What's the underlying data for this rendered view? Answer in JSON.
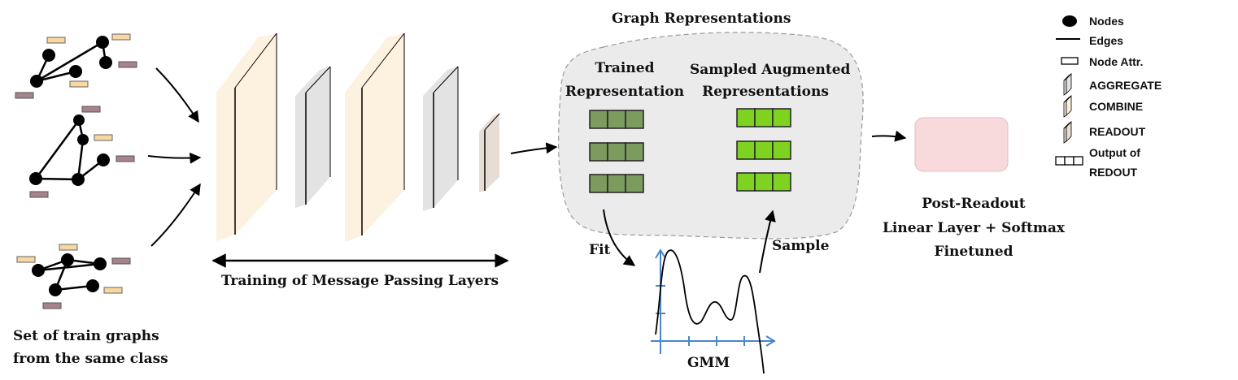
{
  "left_caption": {
    "line1": "Set of train graphs",
    "line2": "from the same class"
  },
  "training_label": "Training of Message Passing Layers",
  "graph_repr": {
    "title": "Graph Representations",
    "trained_line1": "Trained",
    "trained_line2": "Representation",
    "sampled_line1": "Sampled Augmented",
    "sampled_line2": "Representations"
  },
  "fit_label": "Fit",
  "sample_label": "Sample",
  "gmm_label": "GMM",
  "post": {
    "line1": "Post-Readout",
    "line2": "Linear Layer + Softmax",
    "line3": "Finetuned"
  },
  "legend": {
    "nodes": "Nodes",
    "edges": "Edges",
    "node_attr": "Node Attr.",
    "aggregate": "AGGREGATE",
    "combine": "COMBINE",
    "readout": "READOUT",
    "output_line1": "Output of",
    "output_line2": "REDOUT"
  },
  "colors": {
    "combine": "#fdf1df",
    "aggregate": "#e3e3e3",
    "readout": "#e8ddd4",
    "attr_light": "#f8d7a0",
    "attr_dark": "#a78489",
    "trained_cell": "#7d9a5f",
    "sampled_cell": "#7ed321",
    "blob": "#ebebeb",
    "post_box": "#f8dadd",
    "axis": "#4a86c8"
  }
}
